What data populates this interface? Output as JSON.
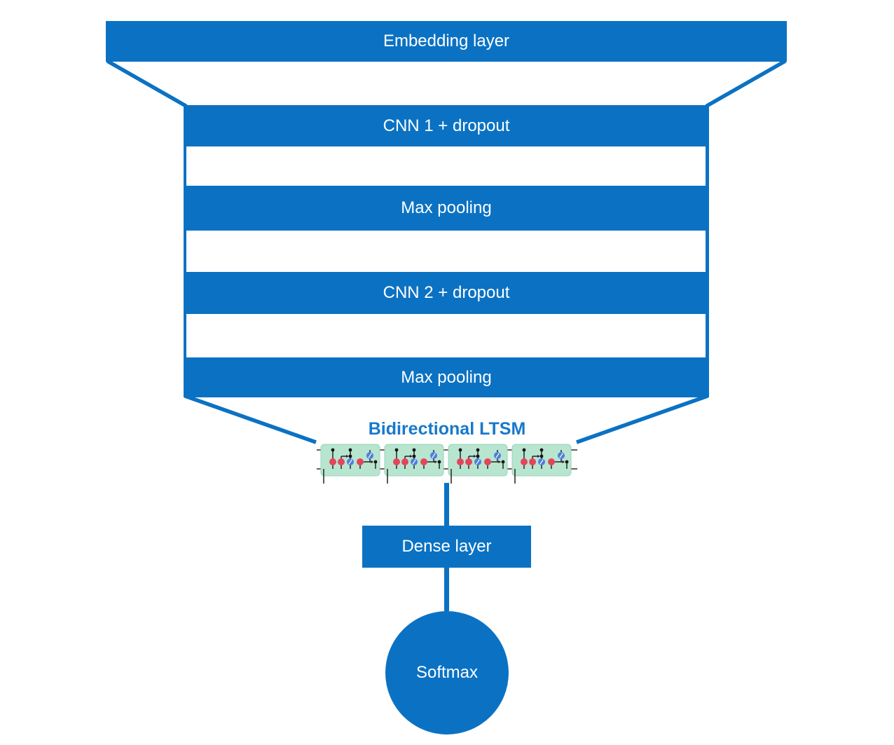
{
  "colors": {
    "primary_blue": "#0b72c3",
    "label_blue": "#1878cb",
    "lstm_cell_green": "#b8e5d0",
    "lstm_cell_border": "#98d3bb",
    "gate_red": "#e5445c",
    "gate_blue": "#4e7fdd",
    "wire_dark": "#2f2f2f",
    "text_white": "#ffffff",
    "background": "#ffffff"
  },
  "diagram": {
    "embedding": {
      "label": "Embedding layer"
    },
    "conv_stack": {
      "bands": [
        {
          "label": "CNN 1 + dropout"
        },
        {
          "label": "Max pooling"
        },
        {
          "label": "CNN 2 + dropout"
        },
        {
          "label": "Max pooling"
        }
      ]
    },
    "bilstm": {
      "label": "Bidirectional LTSM",
      "cell_count": 4
    },
    "dense": {
      "label": "Dense layer"
    },
    "softmax": {
      "label": "Softmax"
    }
  }
}
